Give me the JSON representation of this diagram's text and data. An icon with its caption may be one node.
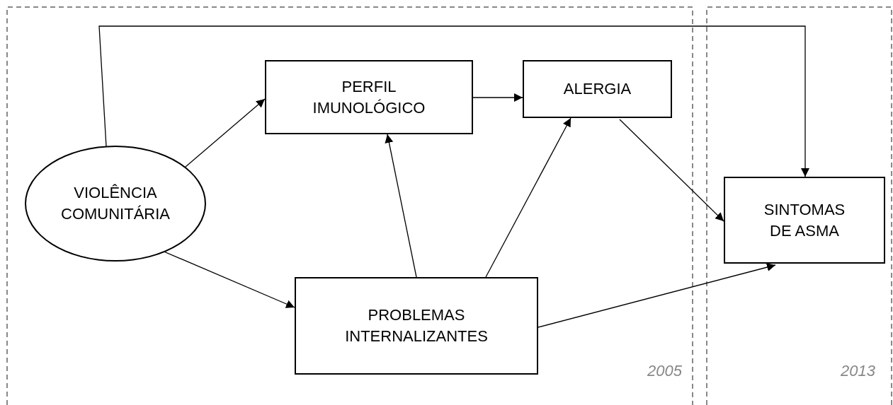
{
  "diagram": {
    "nodes": [
      {
        "text": [
          "VIOLÊNCIA COMUNITÁRIA"
        ]
      },
      {
        "text": [
          "PERFIL IMUNOLÓGICO"
        ]
      },
      {
        "text": [
          "ALERGIA"
        ]
      },
      {
        "text": [
          "PROBLEMAS INTERNALIZANTES"
        ]
      },
      {
        "text": [
          "SINTOMAS DE ASMA"
        ]
      }
    ],
    "edges": [
      {
        "from": 0,
        "to": 4,
        "arrow": "to"
      },
      {
        "from": 0,
        "to": 1,
        "arrow": "to"
      },
      {
        "from": 0,
        "to": 3,
        "arrow": "to"
      },
      {
        "from": 1,
        "to": 2,
        "arrow": "to"
      },
      {
        "from": 3,
        "to": 1,
        "arrow": "to"
      },
      {
        "from": 3,
        "to": 2,
        "arrow": "to"
      },
      {
        "from": 2,
        "to": 4,
        "arrow": "to"
      },
      {
        "from": 3,
        "to": 4,
        "arrow": "to"
      }
    ],
    "labels": [
      "2005",
      "2013"
    ]
  }
}
